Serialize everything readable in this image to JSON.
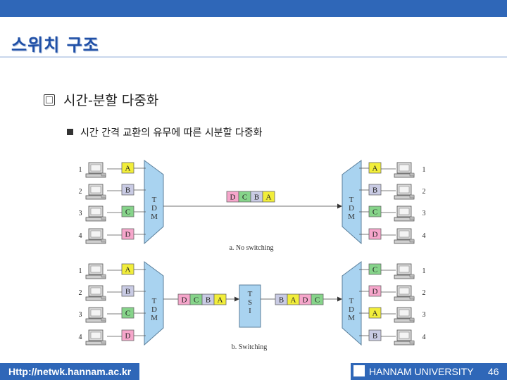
{
  "slide": {
    "title": "스위치 구조",
    "bullet1": "시간-분할 다중화",
    "bullet2": "시간 간격 교환의 유무에 따른 시분할 다중화"
  },
  "diagram": {
    "panel_a": {
      "caption": "a. No switching",
      "left_numbers": [
        "1",
        "2",
        "3",
        "4"
      ],
      "right_numbers": [
        "1",
        "2",
        "3",
        "4"
      ],
      "left_slots": [
        "A",
        "B",
        "C",
        "D"
      ],
      "right_slots": [
        "A",
        "B",
        "C",
        "D"
      ],
      "mux_label": [
        "T",
        "D",
        "M"
      ],
      "demux_label": [
        "T",
        "D",
        "M"
      ],
      "frame": [
        "D",
        "C",
        "B",
        "A"
      ]
    },
    "panel_b": {
      "caption": "b. Switching",
      "left_numbers": [
        "1",
        "2",
        "3",
        "4"
      ],
      "right_numbers": [
        "1",
        "2",
        "3",
        "4"
      ],
      "left_slots": [
        "A",
        "B",
        "C",
        "D"
      ],
      "right_slots": [
        "C",
        "D",
        "A",
        "B"
      ],
      "mux_label": [
        "T",
        "D",
        "M"
      ],
      "demux_label": [
        "T",
        "D",
        "M"
      ],
      "tsi_label": [
        "T",
        "S",
        "I"
      ],
      "frame_in": [
        "D",
        "C",
        "B",
        "A"
      ],
      "frame_out": [
        "B",
        "A",
        "D",
        "C"
      ]
    },
    "slot_colors": {
      "A": "#f2ee3a",
      "B": "#c9cbe4",
      "C": "#86d48a",
      "D": "#f6a6cb"
    }
  },
  "footer": {
    "url": "Http://netwk.hannam.ac.kr",
    "university": "HANNAM UNIVERSITY",
    "page": "46",
    "logo_icon": "hannam-logo-icon"
  }
}
